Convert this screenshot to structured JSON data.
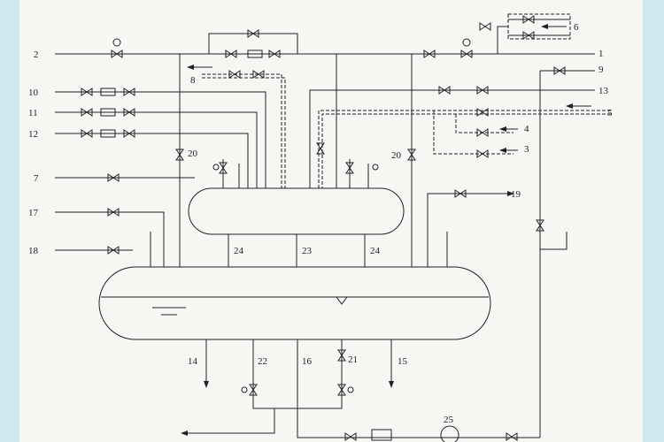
{
  "labels": {
    "l1": "1",
    "l2": "2",
    "l3": "3",
    "l4": "4",
    "l5": "5",
    "l6": "6",
    "l7": "7",
    "l8": "8",
    "l9": "9",
    "l10": "10",
    "l11": "11",
    "l12": "12",
    "l13": "13",
    "l14": "14",
    "l15": "15",
    "l16": "16",
    "l17": "17",
    "l18": "18",
    "l19": "19",
    "l20a": "20",
    "l20b": "20",
    "l21": "21",
    "l22": "22",
    "l23": "23",
    "l24a": "24",
    "l24b": "24",
    "l25": "25"
  }
}
